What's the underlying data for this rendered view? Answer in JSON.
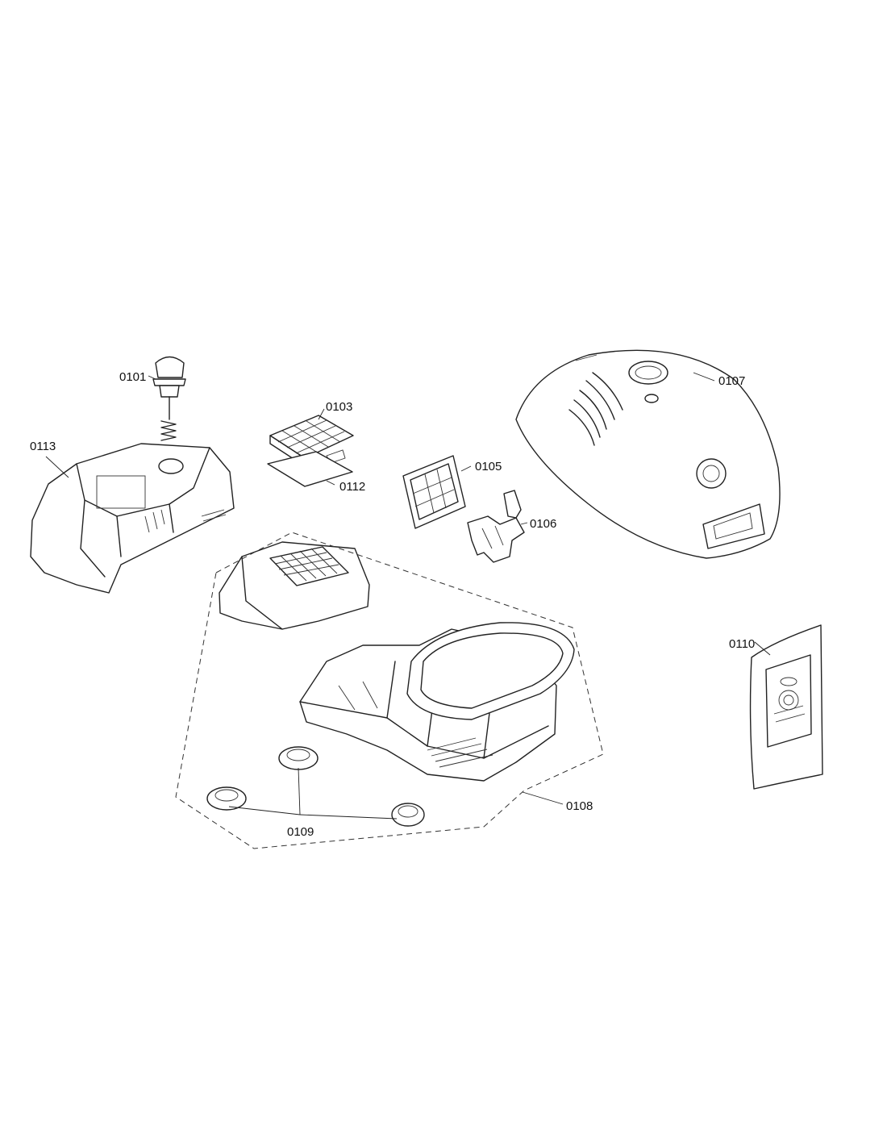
{
  "parts": {
    "p0101": "0101",
    "p0103": "0103",
    "p0105": "0105",
    "p0106": "0106",
    "p0107": "0107",
    "p0108": "0108",
    "p0109": "0109",
    "p0110": "0110",
    "p0112": "0112",
    "p0113": "0113"
  }
}
